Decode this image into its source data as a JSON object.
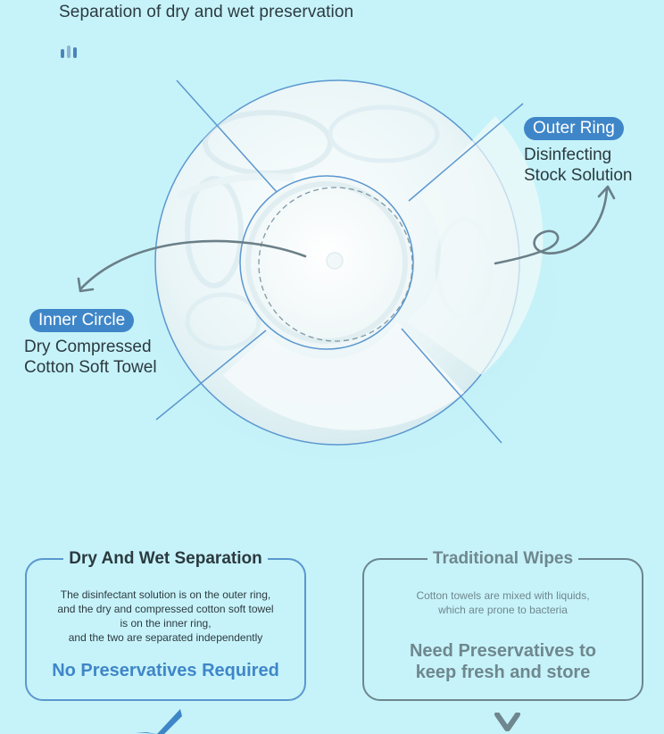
{
  "header": {
    "title": "Separation of dry and wet preservation"
  },
  "diagram": {
    "outer_ring": {
      "label": "Outer Ring",
      "description_lines": [
        "Disinfecting",
        "Stock Solution"
      ]
    },
    "inner_circle": {
      "label": "Inner Circle",
      "description_lines": [
        "Dry Compressed",
        "Cotton Soft Towel"
      ]
    }
  },
  "comparison": {
    "left": {
      "title": "Dry And Wet Separation",
      "body_lines": [
        "The disinfectant solution is on the outer ring,",
        "and the dry and compressed cotton soft towel",
        "is on the inner ring,",
        "and the two are separated independently"
      ],
      "footer": "No Preservatives Required",
      "mark_icon": "check-icon"
    },
    "right": {
      "title": "Traditional Wipes",
      "body_lines": [
        "Cotton towels are mixed with liquids,",
        "which are prone to bacteria"
      ],
      "footer_lines": [
        "Need Preservatives to",
        "keep fresh and store"
      ],
      "mark_icon": "cross-icon"
    }
  },
  "colors": {
    "background": "#c6f3f9",
    "accent_blue": "#3f86c8",
    "muted_gray": "#6f878e",
    "text_dark": "#2b3a40"
  }
}
